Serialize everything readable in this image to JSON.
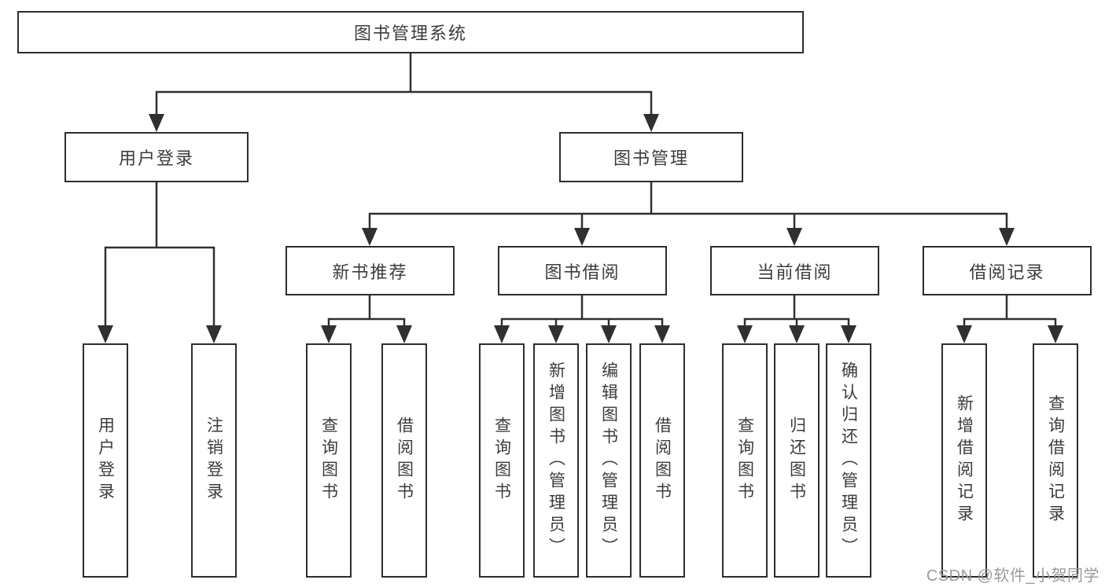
{
  "diagram": {
    "root_label": "图书管理系统",
    "login": {
      "label": "用户登录",
      "children": [
        "用户登录",
        "注销登录"
      ]
    },
    "management": {
      "label": "图书管理"
    },
    "new_books": {
      "label": "新书推荐",
      "children": [
        "查询图书",
        "借阅图书"
      ]
    },
    "book_borrow": {
      "label": "图书借阅",
      "children": [
        "查询图书",
        "新增图书（管理员）",
        "编辑图书（管理员）",
        "借阅图书"
      ]
    },
    "current_borrow": {
      "label": "当前借阅",
      "children": [
        "查询图书",
        "归还图书",
        "确认归还（管理员）"
      ]
    },
    "borrow_records": {
      "label": "借阅记录",
      "children": [
        "新增借阅记录",
        "查询借阅记录"
      ]
    },
    "watermark": "CSDN @软件_小贺同学"
  },
  "colors": {
    "line": "#303030",
    "box_border": "#2d2d2d",
    "text": "#3c3c3c",
    "watermark": "#9a9a9a",
    "background": "#ffffff"
  }
}
